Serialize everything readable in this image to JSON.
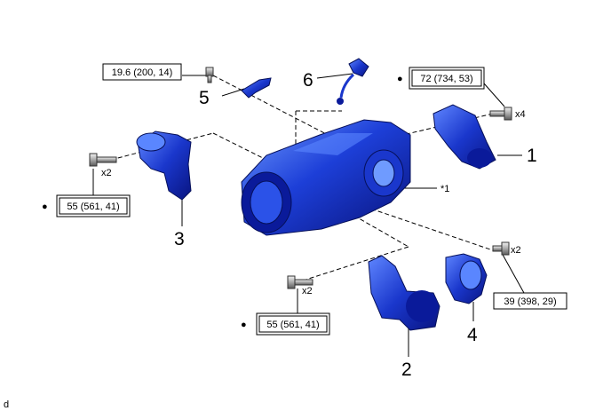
{
  "callouts": {
    "part1": "1",
    "part2": "2",
    "part3": "3",
    "part4": "4",
    "part5": "5",
    "part6": "6",
    "star1": "*1"
  },
  "quantities": {
    "bolt1": "x4",
    "bolt2": "x2",
    "bolt3": "x2",
    "bolt4": "x2"
  },
  "torques": {
    "t_top_left": "19.6 (200, 14)",
    "t_top_right": "72 (734, 53)",
    "t_left": "55 (561, 41)",
    "t_bottom": "55 (561, 41)",
    "t_right_bottom": "39 (398, 29)"
  },
  "bullets": {
    "b1": "●",
    "b2": "●",
    "b3": "●"
  },
  "footer": {
    "code": "d"
  },
  "colors": {
    "part_dark": "#0a1a9a",
    "part_mid": "#1a3fd6",
    "part_light": "#5a86ff",
    "line": "#000000"
  }
}
